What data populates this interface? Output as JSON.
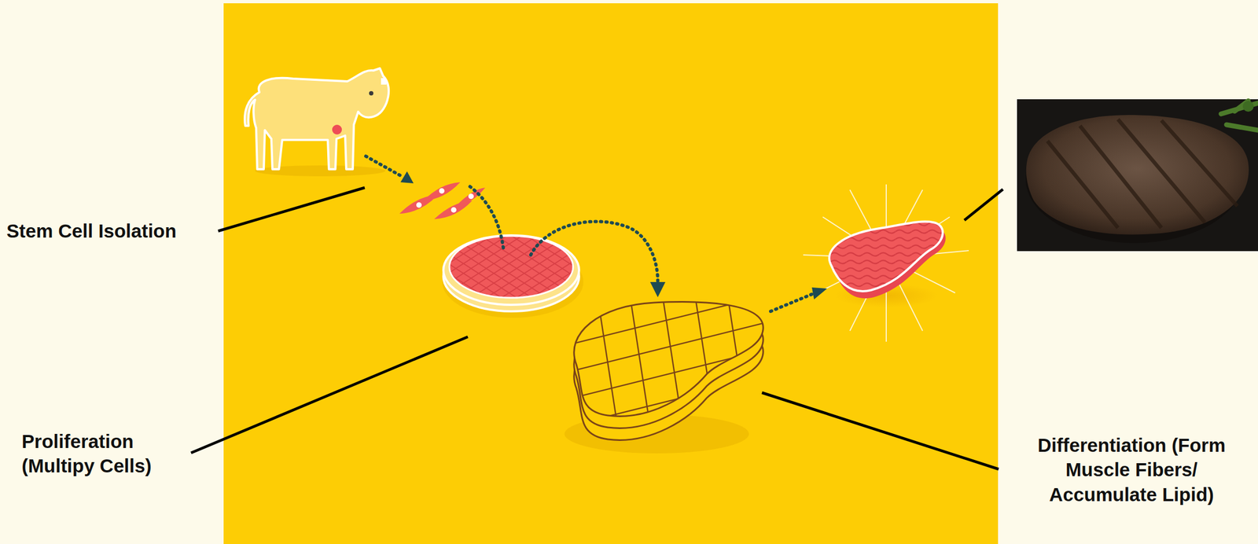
{
  "diagram": {
    "labels": [
      "Stem Cell Isolation",
      "Proliferation (Multipy Cells)",
      "Differentiation (Form Muscle Fibers/ Accumulate Lipid)"
    ]
  }
}
